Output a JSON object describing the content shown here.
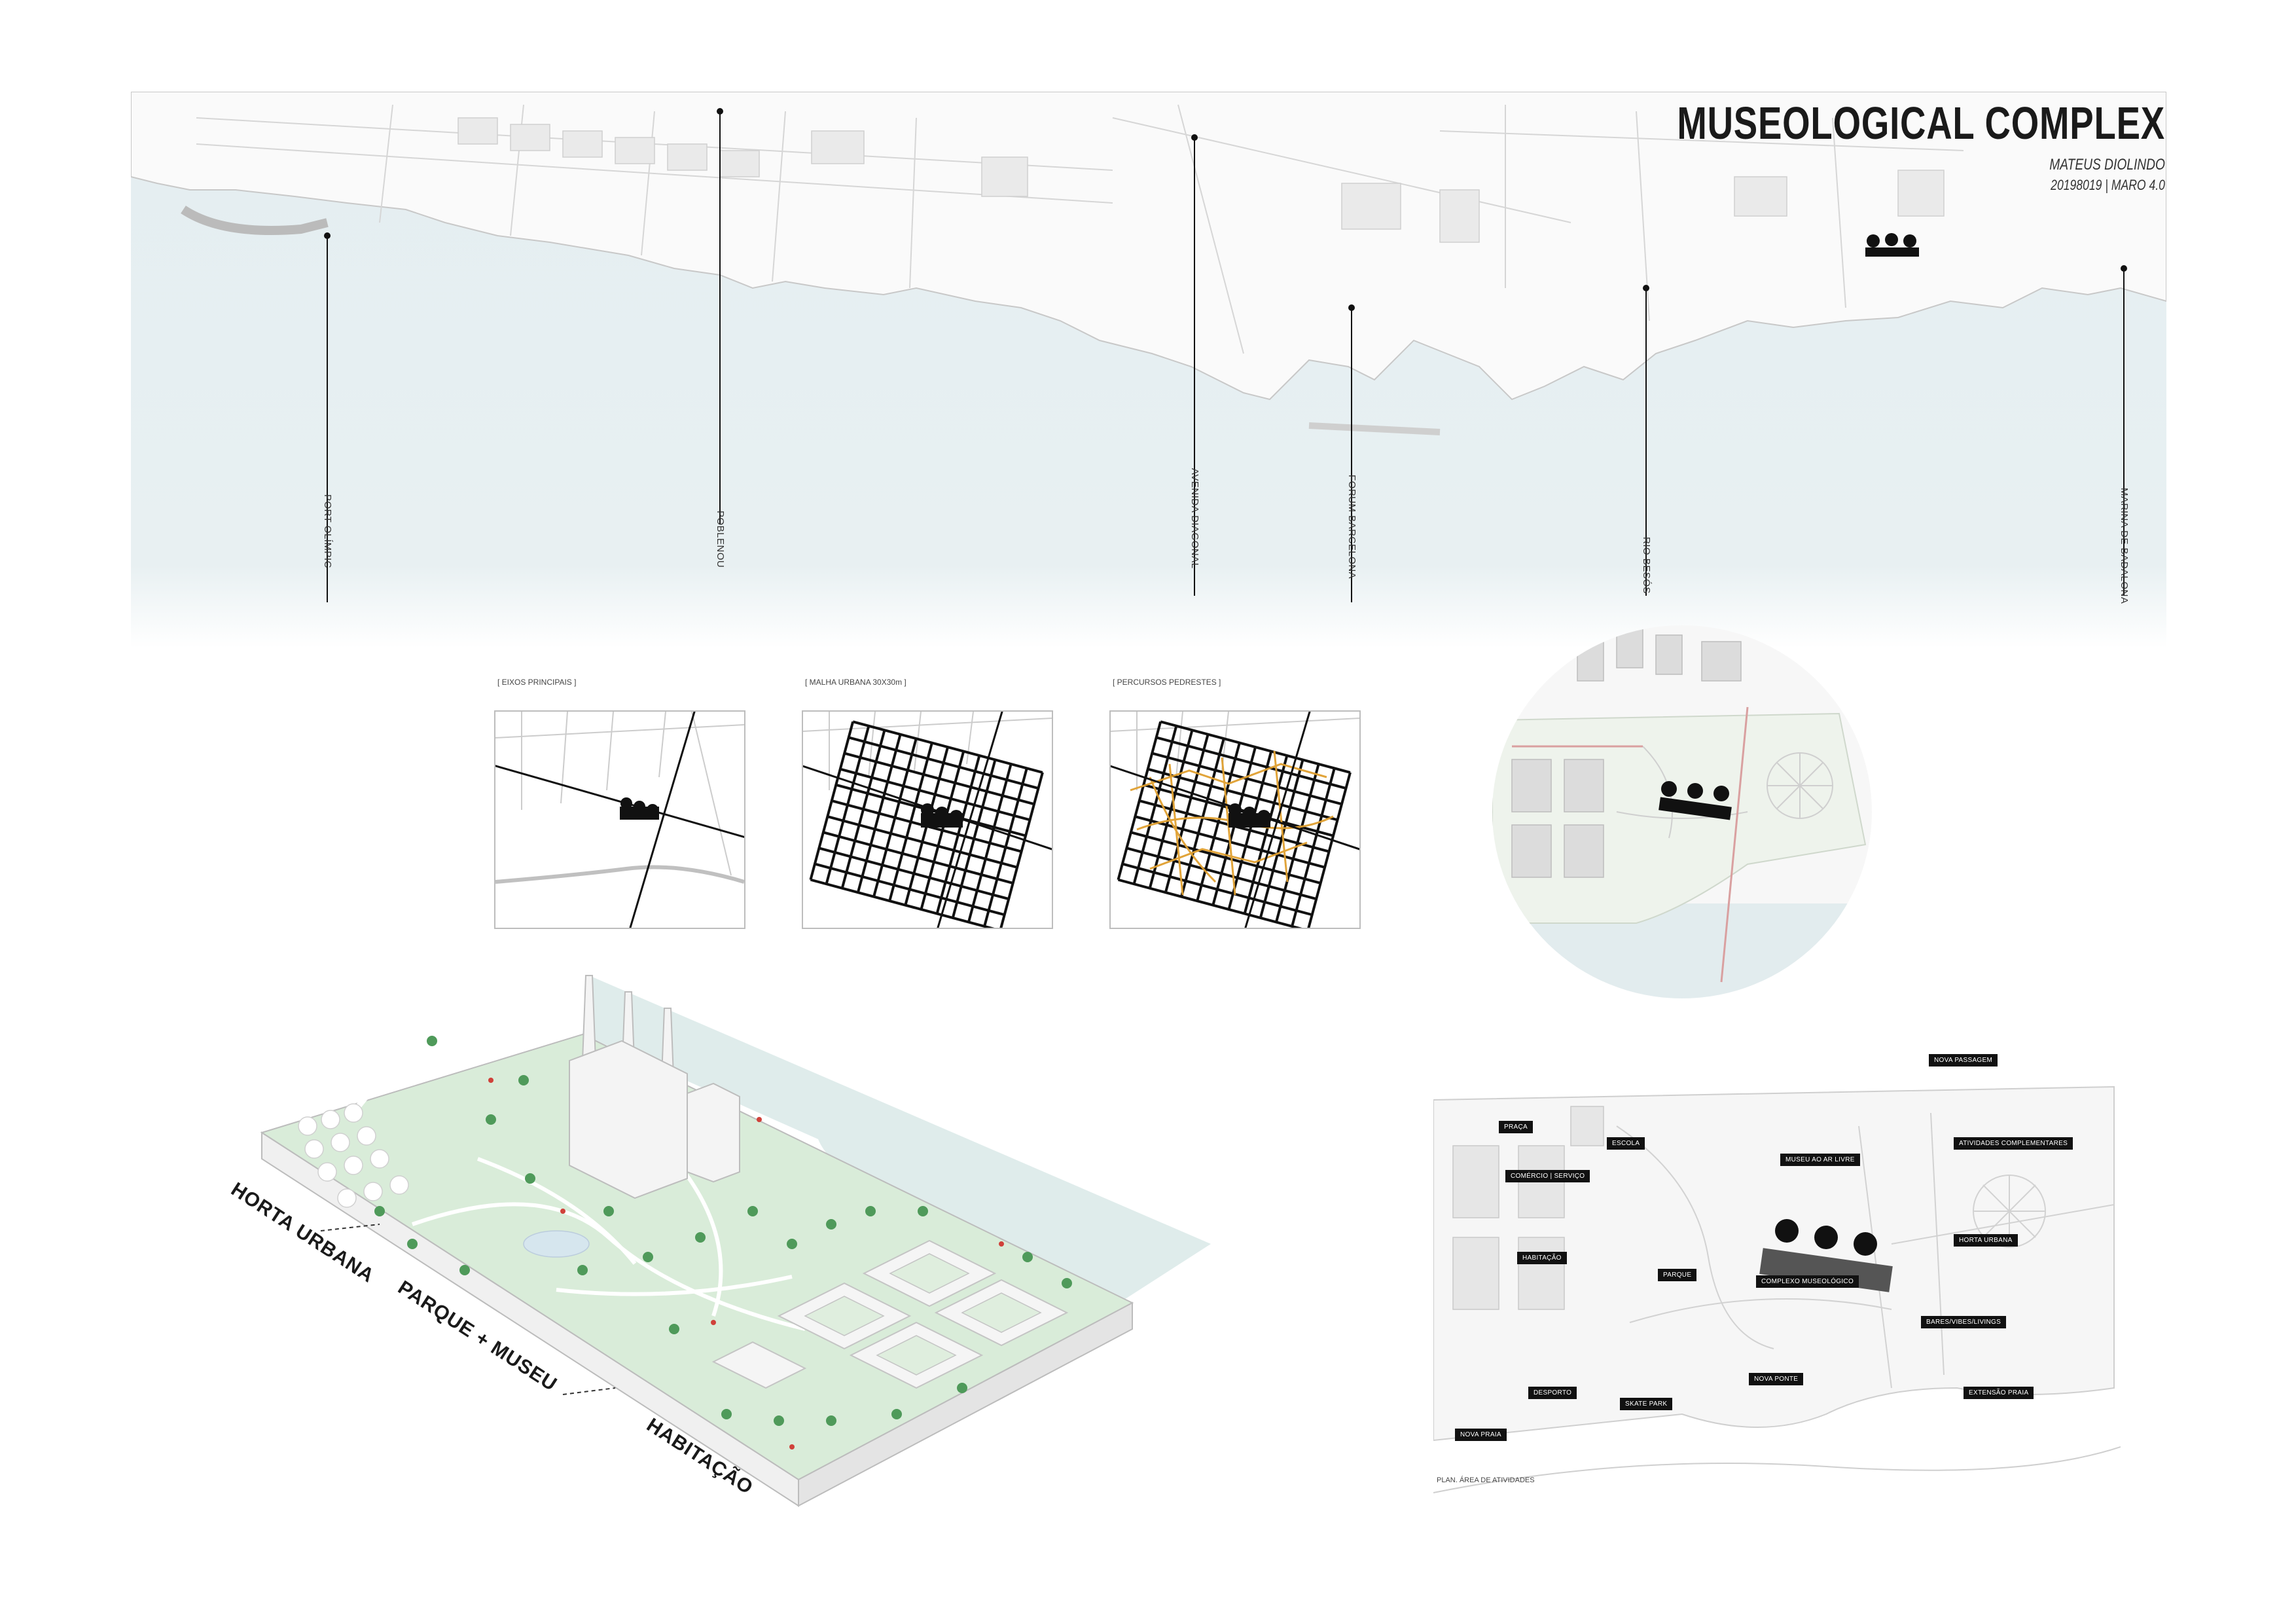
{
  "header": {
    "title": "MUSEOLOGICAL COMPLEX",
    "author": "MATEUS DIOLINDO",
    "info": "20198019 | MARO 4.0"
  },
  "map_labels": [
    "PORT OLÍMPIC",
    "POBLENOU",
    "AVENIDA DIAGONAL",
    "FORUM BARCELONA",
    "RIO BESÓS",
    "MARINA DE BADALONA"
  ],
  "diagrams": [
    {
      "label": "[ EIXOS PRINCIPAIS ]"
    },
    {
      "label": "[ MALHA URBANA 30X30m ]"
    },
    {
      "label": "[ PERCURSOS PEDRESTES ]"
    }
  ],
  "axon_zones": {
    "horta": "HORTA URBANA",
    "parque": "PARQUE + MUSEU",
    "habitacao": "HABITAÇÃO"
  },
  "plan": {
    "tags": [
      "NOVA PASSAGEM",
      "PRAÇA",
      "ESCOLA",
      "MUSEU AO AR LIVRE",
      "ATIVIDADES COMPLEMENTARES",
      "COMÉRCIO | SERVIÇO",
      "HORTA URBANA",
      "HABITAÇÃO",
      "PARQUE",
      "COMPLEXO MUSEOLÓGICO",
      "BARES/VIBES/LIVINGS",
      "DESPORTO",
      "SKATE PARK",
      "NOVA PONTE",
      "EXTENSÃO PRAIA",
      "NOVA PRAIA"
    ],
    "caption": "PLAN. ÁREA DE ATIVIDADES"
  },
  "colors": {
    "sea": "#dfe9ec",
    "park_green": "#cfe8cf",
    "tree_green": "#4f9a5a",
    "path_orange": "#e0a030",
    "ink": "#111111"
  }
}
